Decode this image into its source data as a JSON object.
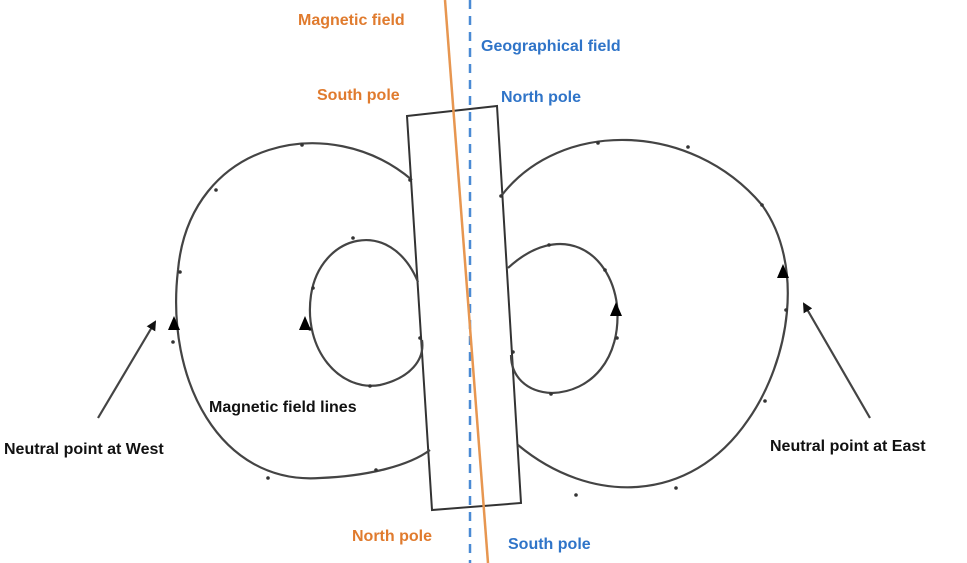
{
  "labels": {
    "magnetic_field": "Magnetic field",
    "geographical_field": "Geographical field",
    "magnet_top_south": "South pole",
    "magnet_top_north": "North pole",
    "magnet_bottom_north": "North pole",
    "magnet_bottom_south": "South pole",
    "field_lines": "Magnetic field lines",
    "neutral_west": "Neutral point at West",
    "neutral_east": "Neutral point at East"
  },
  "colors": {
    "magnetic_meridian": "#e79650",
    "geographic_meridian": "#4a8ad4",
    "text_magnetic": "#e07b2e",
    "text_geographic": "#2f74c8",
    "lines": "#444444"
  },
  "icons": {
    "field_direction": "arrowhead-up-icon",
    "neutral_pointer": "arrow-icon"
  }
}
